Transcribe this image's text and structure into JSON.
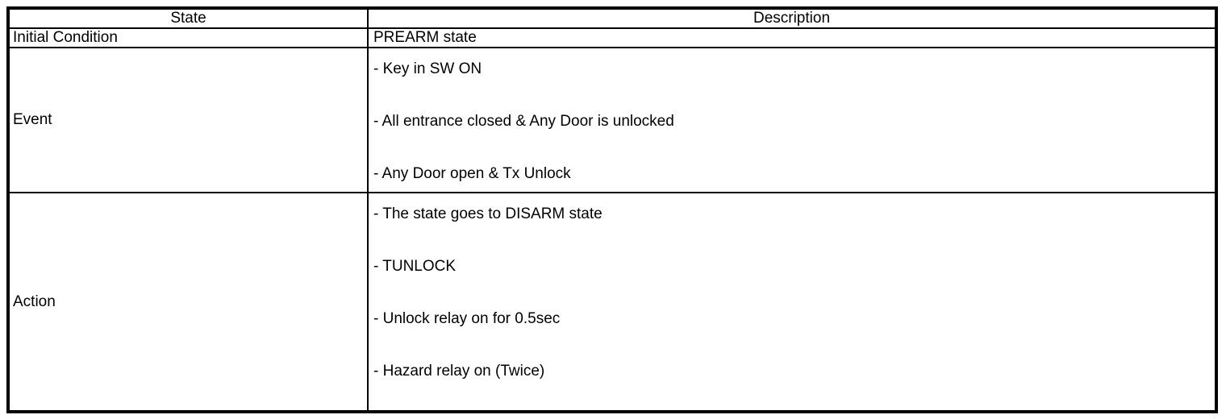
{
  "colors": {
    "border": "#000000",
    "background": "#ffffff",
    "text": "#000000"
  },
  "table": {
    "header": {
      "state": "State",
      "description": "Description"
    },
    "rows": [
      {
        "state": "Initial Condition",
        "description_lines": [
          "PREARM state"
        ]
      },
      {
        "state": "Event",
        "description_lines": [
          "- Key in SW ON",
          "- All entrance closed & Any Door is unlocked",
          "- Any Door open & Tx Unlock"
        ]
      },
      {
        "state": "Action",
        "description_lines": [
          "- The state goes to DISARM state",
          "- TUNLOCK",
          "- Unlock relay on for 0.5sec",
          "- Hazard relay on (Twice)"
        ]
      }
    ]
  }
}
